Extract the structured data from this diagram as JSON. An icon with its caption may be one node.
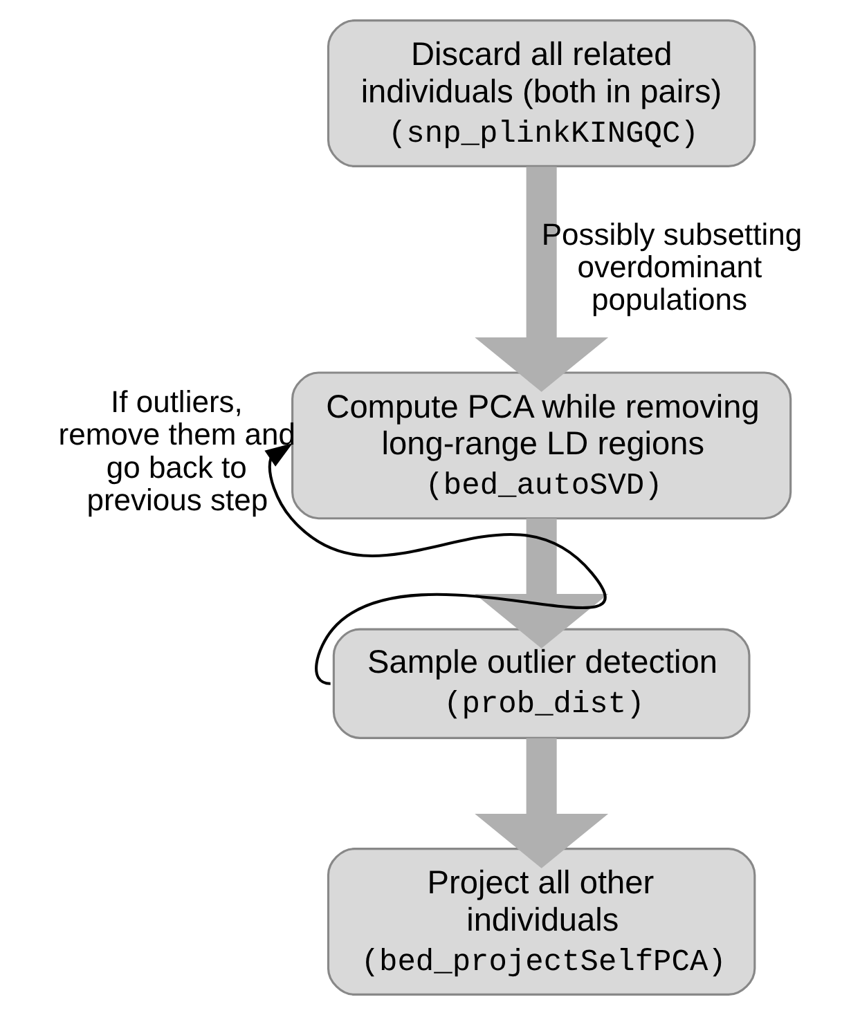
{
  "diagram": {
    "nodes": [
      {
        "text": [
          "Discard all related individuals (both in pairs)",
          "(snp_plinkKINGQC)"
        ]
      },
      {
        "text": [
          "Compute PCA while removing long-range LD regions",
          "(bed_autoSVD)"
        ]
      },
      {
        "text": [
          "Sample outlier detection",
          "(prob_dist)"
        ]
      },
      {
        "text": [
          "Project all other individuals",
          "(bed_projectSelfPCA)"
        ]
      }
    ],
    "edges": [
      {
        "from": 0,
        "to": 1,
        "arrow": "to",
        "label": "Possibly subsetting overdominant populations"
      },
      {
        "from": 1,
        "to": 2,
        "arrow": "to"
      },
      {
        "from": 2,
        "to": 3,
        "arrow": "to"
      },
      {
        "from": 2,
        "to": 1,
        "arrow": "to",
        "color": "#000000",
        "label": "If outliers, remove them and go back to previous step"
      }
    ]
  }
}
